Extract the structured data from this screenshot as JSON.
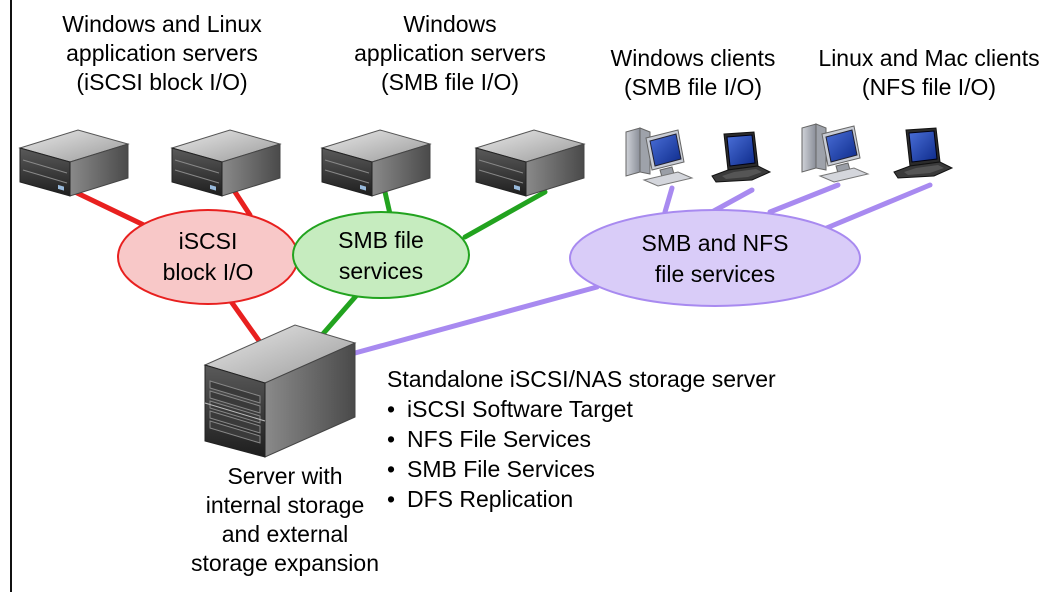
{
  "groups": {
    "windows_linux_servers": "Windows and Linux\napplication servers\n(iSCSI block I/O)",
    "windows_servers": "Windows\napplication servers\n(SMB file I/O)",
    "windows_clients": "Windows clients\n(SMB file I/O)",
    "linux_mac_clients": "Linux and Mac clients\n(NFS file I/O)"
  },
  "services": {
    "iscsi": "iSCSI\nblock I/O",
    "smb": "SMB file\nservices",
    "smb_nfs": "SMB and NFS\nfile services"
  },
  "storage_server": {
    "title": "Standalone iSCSI/NAS storage server",
    "bullet": "•",
    "features": [
      "iSCSI Software Target",
      "NFS File Services",
      "SMB File Services",
      "DFS Replication"
    ],
    "caption": "Server with\ninternal storage\nand external\nstorage expansion"
  },
  "colors": {
    "iscsi_line": "#e8201f",
    "iscsi_fill": "#f8c8c8",
    "smb_line": "#22a31f",
    "smb_fill": "#c6ecbf",
    "nfs_line": "#a88af0",
    "nfs_fill": "#d9ccf8",
    "server_body": "#6e6e6e",
    "server_dark": "#2a2a2a"
  },
  "icons": {
    "rack_server": "rack-server-icon",
    "desktop_pc": "desktop-pc-icon",
    "laptop": "laptop-icon",
    "storage_server": "storage-server-icon"
  }
}
